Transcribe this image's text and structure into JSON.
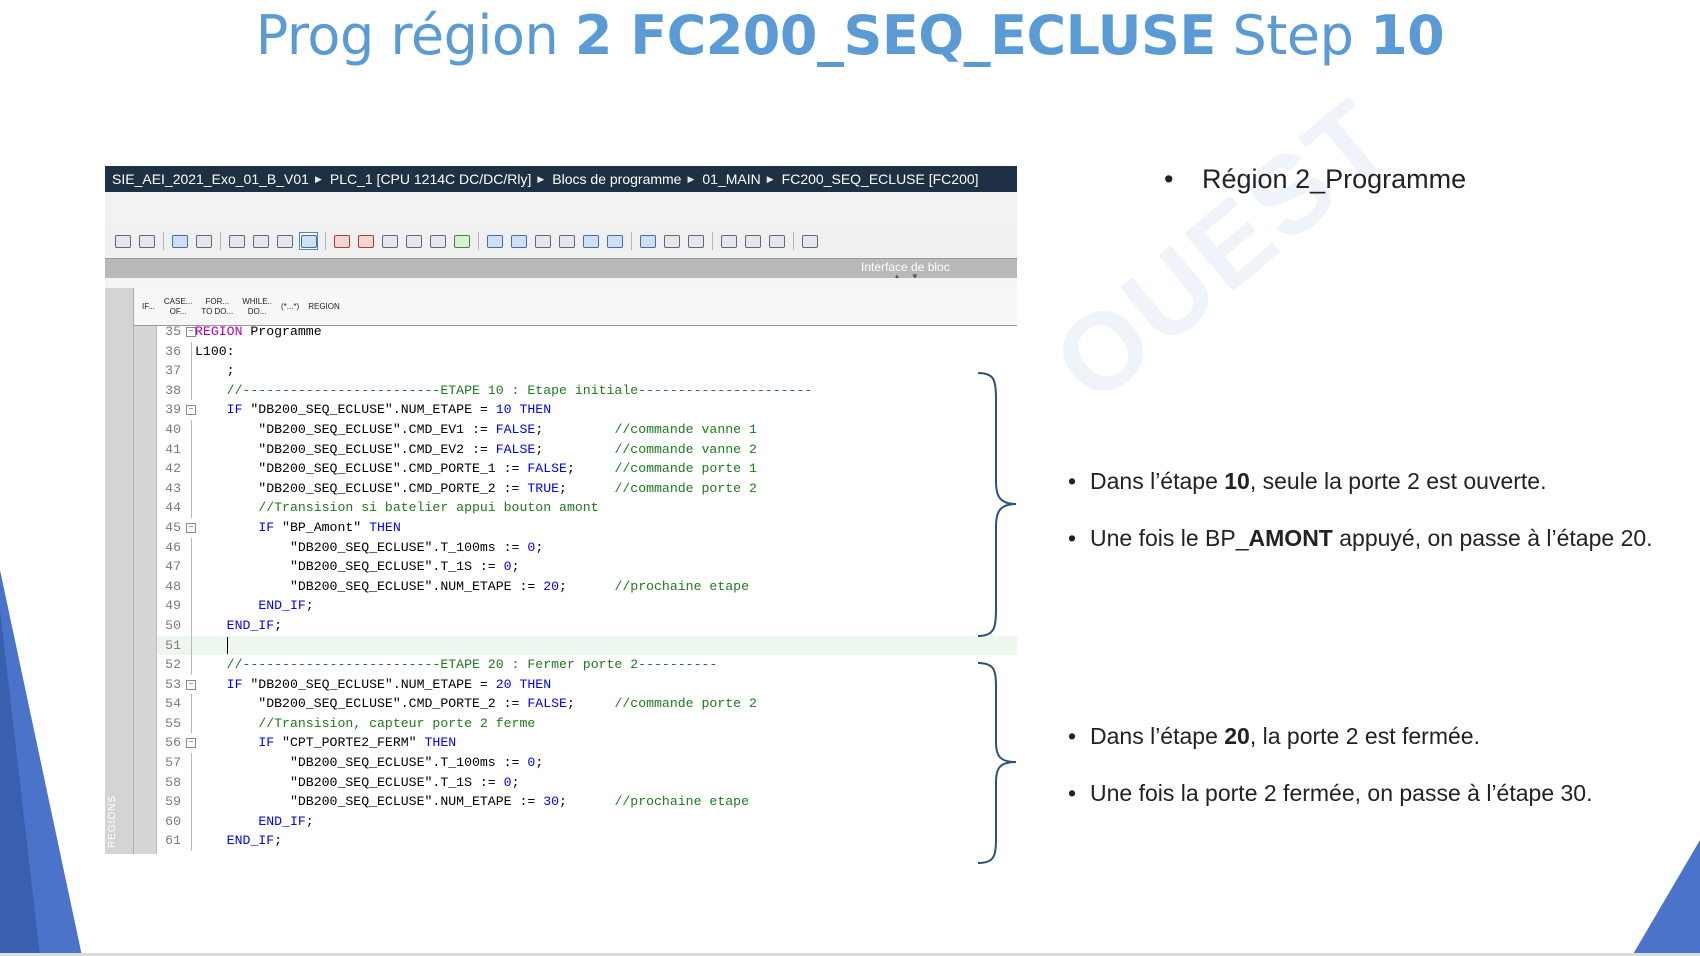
{
  "slide": {
    "title_parts": [
      "Prog région ",
      "2 FC200_SEQ_ECLUSE",
      " Step ",
      "10"
    ],
    "watermark": "OUEST"
  },
  "breadcrumb": [
    "SIE_AEI_2021_Exo_01_B_V01",
    "PLC_1 [CPU 1214C DC/DC/Rly]",
    "Blocs de programme",
    "01_MAIN",
    "FC200_SEQ_ECLUSE [FC200]"
  ],
  "interface_label": "Interface de bloc",
  "regions_label": "REGIONS",
  "keyword_buttons": [
    "IF...",
    "CASE...\nOF...",
    "FOR...\nTO DO...",
    "WHILE..\nDO...",
    "(*...*)",
    "REGION"
  ],
  "code_lines": [
    {
      "n": "35",
      "fold": true,
      "text": "REGION Programme"
    },
    {
      "n": "36",
      "fold": false,
      "text": "L100:"
    },
    {
      "n": "37",
      "fold": false,
      "text": "    ;"
    },
    {
      "n": "38",
      "fold": false,
      "text": "    //-------------------------ETAPE 10 : Etape initiale----------------------"
    },
    {
      "n": "39",
      "fold": true,
      "text": "    IF \"DB200_SEQ_ECLUSE\".NUM_ETAPE = 10 THEN"
    },
    {
      "n": "40",
      "fold": false,
      "text": "        \"DB200_SEQ_ECLUSE\".CMD_EV1 := FALSE;         //commande vanne 1"
    },
    {
      "n": "41",
      "fold": false,
      "text": "        \"DB200_SEQ_ECLUSE\".CMD_EV2 := FALSE;         //commande vanne 2"
    },
    {
      "n": "42",
      "fold": false,
      "text": "        \"DB200_SEQ_ECLUSE\".CMD_PORTE_1 := FALSE;     //commande porte 1"
    },
    {
      "n": "43",
      "fold": false,
      "text": "        \"DB200_SEQ_ECLUSE\".CMD_PORTE_2 := TRUE;      //commande porte 2"
    },
    {
      "n": "44",
      "fold": false,
      "text": "        //Transision si batelier appui bouton amont"
    },
    {
      "n": "45",
      "fold": true,
      "text": "        IF \"BP_Amont\" THEN"
    },
    {
      "n": "46",
      "fold": false,
      "text": "            \"DB200_SEQ_ECLUSE\".T_100ms := 0;"
    },
    {
      "n": "47",
      "fold": false,
      "text": "            \"DB200_SEQ_ECLUSE\".T_1S := 0;"
    },
    {
      "n": "48",
      "fold": false,
      "text": "            \"DB200_SEQ_ECLUSE\".NUM_ETAPE := 20;      //prochaine etape"
    },
    {
      "n": "49",
      "fold": false,
      "text": "        END_IF;"
    },
    {
      "n": "50",
      "fold": false,
      "text": "    END_IF;"
    },
    {
      "n": "51",
      "fold": false,
      "text": "    "
    },
    {
      "n": "52",
      "fold": false,
      "text": "    //-------------------------ETAPE 20 : Fermer porte 2----------"
    },
    {
      "n": "53",
      "fold": true,
      "text": "    IF \"DB200_SEQ_ECLUSE\".NUM_ETAPE = 20 THEN"
    },
    {
      "n": "54",
      "fold": false,
      "text": "        \"DB200_SEQ_ECLUSE\".CMD_PORTE_2 := FALSE;     //commande porte 2"
    },
    {
      "n": "55",
      "fold": false,
      "text": "        //Transision, capteur porte 2 ferme"
    },
    {
      "n": "56",
      "fold": true,
      "text": "        IF \"CPT_PORTE2_FERM\" THEN"
    },
    {
      "n": "57",
      "fold": false,
      "text": "            \"DB200_SEQ_ECLUSE\".T_100ms := 0;"
    },
    {
      "n": "58",
      "fold": false,
      "text": "            \"DB200_SEQ_ECLUSE\".T_1S := 0;"
    },
    {
      "n": "59",
      "fold": false,
      "text": "            \"DB200_SEQ_ECLUSE\".NUM_ETAPE := 30;      //prochaine etape"
    },
    {
      "n": "60",
      "fold": false,
      "text": "        END_IF;"
    },
    {
      "n": "61",
      "fold": false,
      "text": "    END_IF;"
    }
  ],
  "bullets": {
    "top": "Région 2_Programme",
    "b1": [
      "Dans l’étape ",
      "10",
      ", seule la porte 2 est ouverte."
    ],
    "b2": [
      "Une fois le BP_",
      "AMONT",
      " appuyé, on passe à l’étape 20."
    ],
    "b3": [
      "Dans l’étape ",
      "20",
      ", la porte 2 est fermée."
    ],
    "b4": "Une fois la porte 2 fermée, on passe à l’étape 30."
  },
  "colors": {
    "title": "#5b9bd5",
    "brace": "#2c4f7c",
    "accent_triangle": "#4a73c9"
  }
}
